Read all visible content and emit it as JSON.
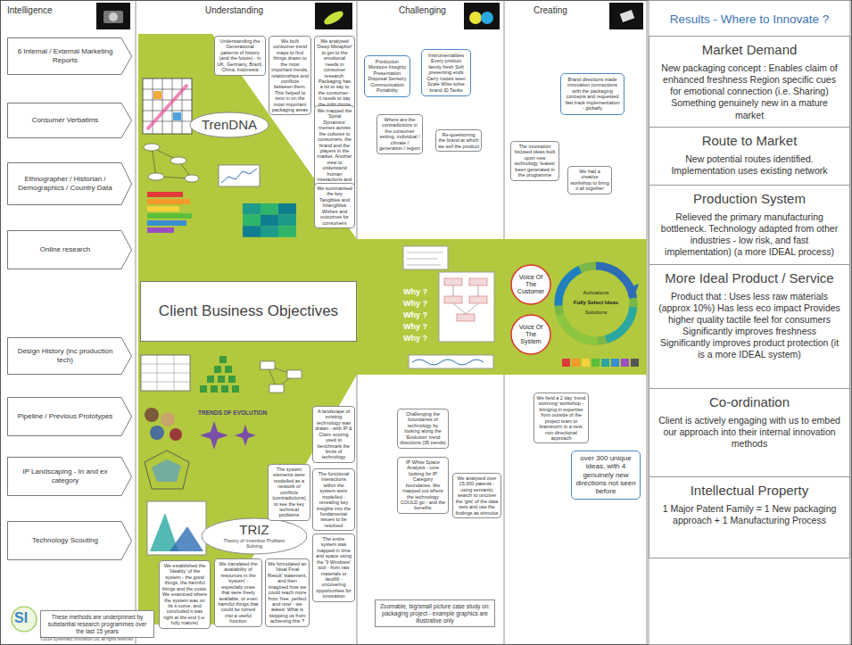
{
  "diagram": {
    "nodes": [
      {
        "text": [
          "6 Internal / External Marketing Reports"
        ]
      },
      {
        "text": [
          "Consumer Verbatims"
        ]
      },
      {
        "text": [
          "Ethnographer / Historian / Demographics / Country Data"
        ]
      },
      {
        "text": [
          "Online research"
        ]
      },
      {
        "text": [
          "Design History (inc production tech)"
        ]
      },
      {
        "text": [
          "Pipeline / Previous Prototypes"
        ]
      },
      {
        "text": [
          "IP Landscaping - In and ex category"
        ]
      },
      {
        "text": [
          "Technology Scouting"
        ]
      },
      {
        "text": [
          "These methods are underpinned by substantial research programmes over the last 15 years"
        ]
      },
      {
        "text": [
          "Understanding the Generational patterns of history (and the future) - in UK, Germany, Brazil, China, Indonesia"
        ]
      },
      {
        "text": [
          "We built consumer trend maps to find things drawn to the most important trends, relationships and conflicts between them. This helped to zero in on the most important packaging areas"
        ]
      },
      {
        "text": [
          "We analysed 'Deep Metaphor' to get to the emotional needs in consumer research. Packaging has a lot to say to the consumer - it needs to say the right things"
        ]
      },
      {
        "text": [
          "We mapped the 'Spiral Dynamics' memes across the cultures to consumers, the brand and the players in the market. Another view to understand human interactions and behaviours"
        ]
      },
      {
        "text": [
          "TrenDNA"
        ]
      },
      {
        "text": [
          "We summarised the key Tangibles and Intangibles Wishes and outcomes for consumers"
        ]
      },
      {
        "text": [
          "Client Business Objectives"
        ]
      },
      {
        "text": [
          "TRIZ",
          "Theory of Inventive Problem Solving"
        ]
      },
      {
        "text": [
          "A landscape of existing technology was drawn - with IP & Claim scoring used to benchmark the limits of technology"
        ]
      },
      {
        "text": [
          "The system elements were modelled as a network of conflicts (contradictions) to see the key technical problems"
        ]
      },
      {
        "text": [
          "The functional interactions within the system were modelled - revealing key insights into the fundamental issues to be resolved"
        ]
      },
      {
        "text": [
          "We established the 'Ideality' of the system - the good things, the harmful things and the costs. We examined where the system was on its s-curve, and concluded it was right at the end (i.e. fully mature)"
        ]
      },
      {
        "text": [
          "We translated the availability of resources in the 'system' - especially ones that were freely available, or even harmful things that could be turned into a useful function"
        ]
      },
      {
        "text": [
          "We formulated an 'Ideal Final Result' statement, and then imagined how we could reach more from 'free, perfect and now' - we asked: What is stopping us from achieving this ?"
        ]
      },
      {
        "text": [
          "The entire system was mapped in time and space using the '9 Windows' tool - from raw materials to landfill - uncovering opportunities for innovation"
        ]
      },
      {
        "text": [
          "Production Moisture Integrity Presentation Disposal Sensory Communication Portability"
        ]
      },
      {
        "text": [
          "Instrumentalities Every product family fresh Soft presenting ends Carry routes seen Scale Wise solve brand ID Tanks"
        ]
      },
      {
        "text": [
          "Where are the contradictions in the consumer setting, individual / climate / generation / region"
        ]
      },
      {
        "text": [
          "Re-questioning the brand at which we sell the product"
        ]
      },
      {
        "text": [
          "Challenging the boundaries of technology by looking along the 'Evolution' trend directions (35 trends)"
        ]
      },
      {
        "text": [
          "IP White Space Analysis - core looking for IP Category boundaries. We mapped out where the technology COULD go - and the benefits"
        ]
      },
      {
        "text": [
          "We analysed over 15,000 patents - using semantic search to uncover the 'gist' of the data sets and use the findings as stimulus"
        ]
      },
      {
        "text": [
          "Zoomable, big/small picture case study on: packaging project - example graphics are illustrative only"
        ]
      },
      {
        "text": [
          "Brand directions made innovation connections with the packaging concepts and requested fast track implementation - globally"
        ]
      },
      {
        "text": [
          "The innovation focused ideas built upon new technology 'leases' been generated in the programme"
        ]
      },
      {
        "text": [
          "We had a creative workshop to bring it all together"
        ]
      },
      {
        "text": [
          "Voice Of The Customer"
        ]
      },
      {
        "text": [
          "Voice Of The System"
        ]
      },
      {
        "text": [
          "We held a 2 day 'trend storming' workshop - bringing in expertise from outside of the project team to brainstorm in a new, non directional approach"
        ]
      },
      {
        "text": [
          "over 300 unique ideas, with 4 genuinely new directions not seen before"
        ]
      },
      {
        "text": [
          "Results - Where to Innovate ?"
        ]
      },
      {
        "text": [
          "Market Demand",
          "New packaging concept : Enables claim of enhanced freshness Region specific cues for emotional connection (i.e. Sharing) Something genuinely new in a mature market"
        ]
      },
      {
        "text": [
          "Route to Market",
          "New potential routes identified. Implementation uses existing network"
        ]
      },
      {
        "text": [
          "Production System",
          "Relieved the primary manufacturing bottleneck. Technology adapted from other industries - low risk, and fast implementation) (a more IDEAL process)"
        ]
      },
      {
        "text": [
          "More Ideal Product / Service",
          "Product that : Uses less raw materials (approx 10%) Has less eco impact Provides higher quality tactile feel for consumers Significantly improves freshness Significantly improves product protection (it is a more IDEAL system)"
        ]
      },
      {
        "text": [
          "Co-ordination",
          "Client is actively engaging with us to embed our approach into their internal innovation methods"
        ]
      },
      {
        "text": [
          "Intellectual Property",
          "1 Major Patent Family = 1 New packaging approach + 1 Manufacturing Process"
        ]
      }
    ],
    "labels": [
      "Intelligence",
      "Understanding",
      "Challenging",
      "Creating",
      "Why ?",
      "Why ?",
      "Why ?",
      "Why ?",
      "Why ?",
      "TRENDS OF EVOLUTION",
      "Activations",
      "Fully Select Ideas",
      "Solutions",
      "SI",
      "©2014 Systematic Innovation Ltd, all rights reserved"
    ]
  }
}
